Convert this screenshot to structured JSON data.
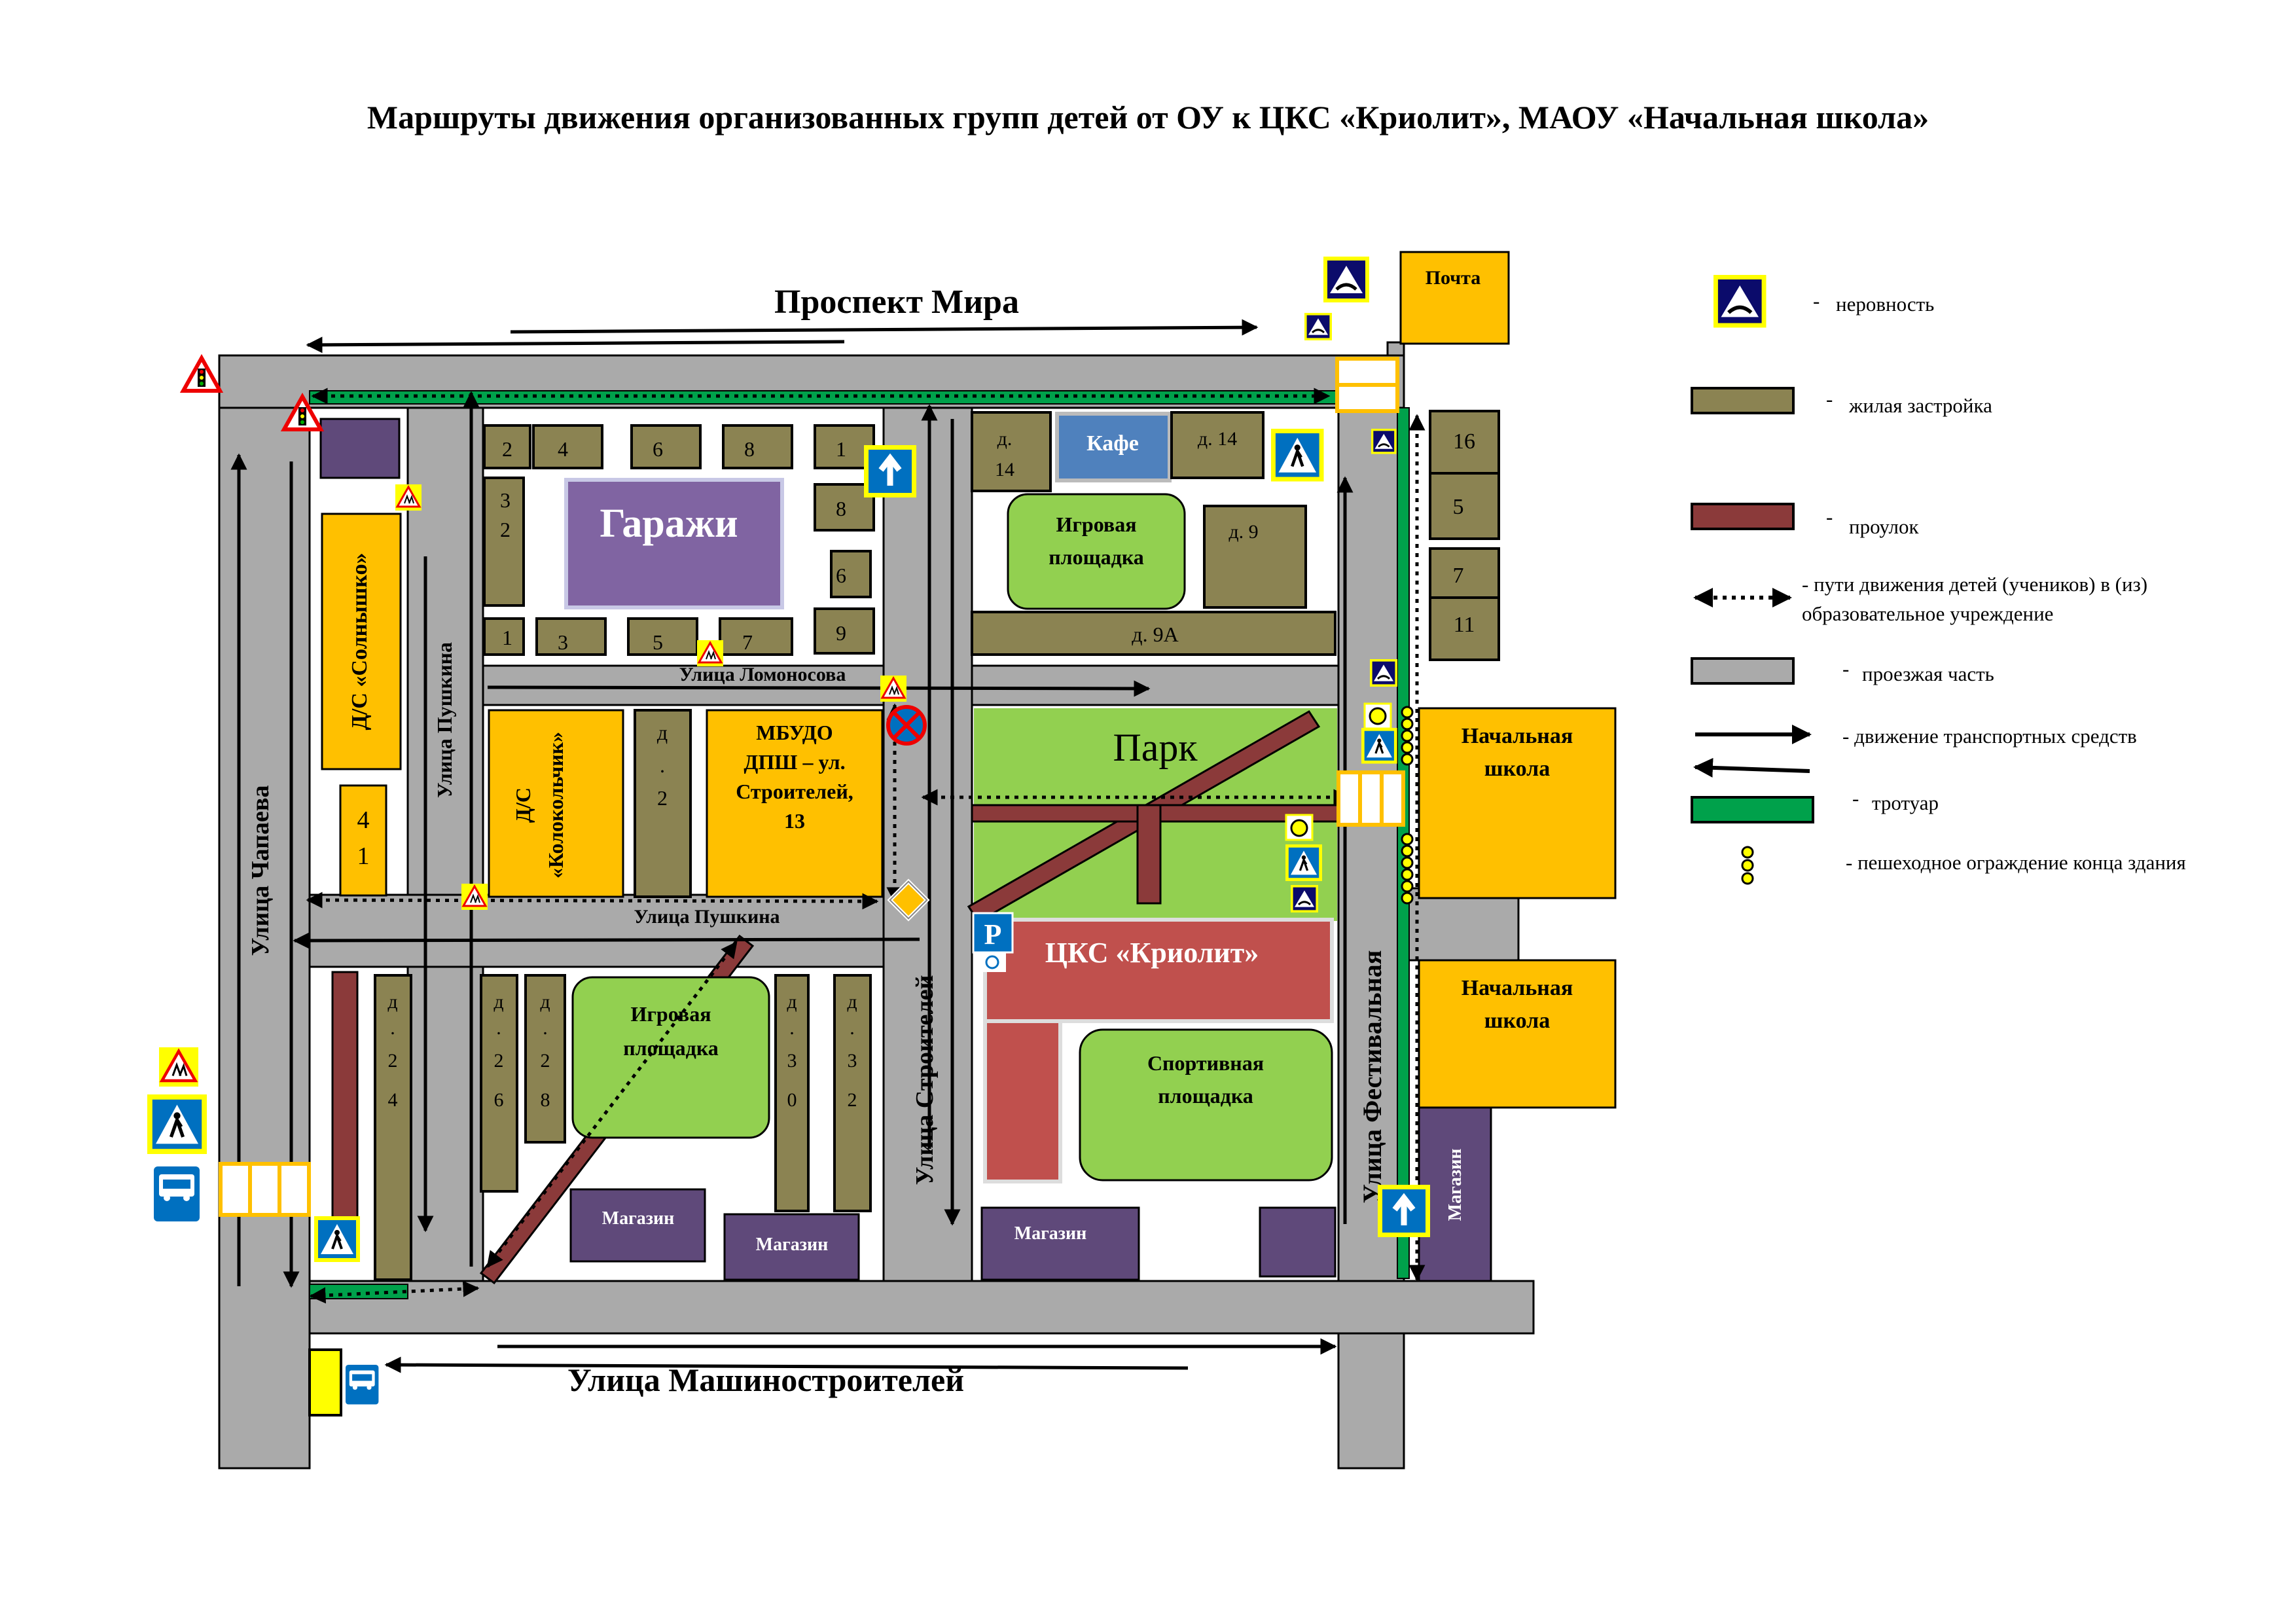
{
  "title": "Маршруты движения организованных групп детей от ОУ к ЦКС «Криолит», МАОУ «Начальная школа»",
  "streets": {
    "prospekt_mira": "Проспект Мира",
    "chapaeva": "Улица Чапаева",
    "pushkina_vertical": "Улица Пушкина",
    "pushkina_horizontal": "Улица Пушкина",
    "lomonosova": "Улица Ломоносова",
    "stroiteley": "Улица Строителей",
    "festivalnaya": "Улица Фестивальная",
    "mashinostroiteley": "Улица Машиностроителей"
  },
  "buildings": {
    "garages": "Гаражи",
    "cafe": "Кафе",
    "pochta": "Почта",
    "d14_a": "д.",
    "d14_b": "14",
    "d14_right": "д. 14",
    "d9": "д. 9",
    "d9a": "д. 9А",
    "playground_top_1": "Игровая",
    "playground_top_2": "площадка",
    "ds_solnyshko": "Д/С «Солнышко»",
    "ds_kolokolchik_1": "Д/С",
    "ds_kolokolchik_2": "«Колокольчик»",
    "d2_a": "д",
    "d2_b": ".",
    "d2_c": "2",
    "mbudo_1": "МБУДО",
    "mbudo_2": "ДПШ – ул.",
    "mbudo_3": "Строителей,",
    "mbudo_4": "13",
    "park": "Парк",
    "cks": "ЦКС «Криолит»",
    "sport_1": "Спортивная",
    "sport_2": "площадка",
    "playground_bottom_1": "Игровая",
    "playground_bottom_2": "площадка",
    "shop1": "Магазин",
    "shop2": "Магазин",
    "shop3": "Магазин",
    "shop_vertical": "Магазин",
    "school1_1": "Начальная",
    "school1_2": "школа",
    "school2_1": "Начальная",
    "school2_2": "школа",
    "h41_a": "4",
    "h41_b": "1",
    "h16": "16",
    "h5": "5",
    "h7r": "7",
    "h11": "11",
    "h2": "2",
    "h4": "4",
    "h6": "6",
    "h8": "8",
    "h1": "1",
    "h8b": "8",
    "h6b": "6",
    "h9": "9",
    "h32_a": "3",
    "h32_b": "2",
    "h1b": "1",
    "h3": "3",
    "h5b": "5",
    "h7": "7",
    "d24": [
      "д",
      ".",
      "2",
      "4"
    ],
    "d26": [
      "д",
      ".",
      "2",
      "6"
    ],
    "d28": [
      "д",
      ".",
      "2",
      "8"
    ],
    "d30": [
      "д",
      ".",
      "3",
      "0"
    ],
    "d32": [
      "д",
      ".",
      "3",
      "2"
    ]
  },
  "legend": {
    "bump": "неровность",
    "residential": "жилая застройка",
    "alley": "проулок",
    "routes_1": "- пути движения детей (учеников) в (из)",
    "routes_2": "образовательное учреждение",
    "road": "проезжая часть",
    "traffic": "- движение транспортных средств",
    "sidewalk": "тротуар",
    "fence": "- пешеходное ограждение конца здания",
    "dash": "-"
  },
  "colors": {
    "road": "#aaaaaa",
    "residential": "#8b8352",
    "alley": "#8b3a3a",
    "sidewalk": "#00a14b",
    "orange": "#ffc000",
    "green": "#92d050",
    "purple": "#5f497a",
    "lilac": "#8064a2",
    "cks_red": "#c0504d",
    "blue_sign": "#0070c0"
  }
}
